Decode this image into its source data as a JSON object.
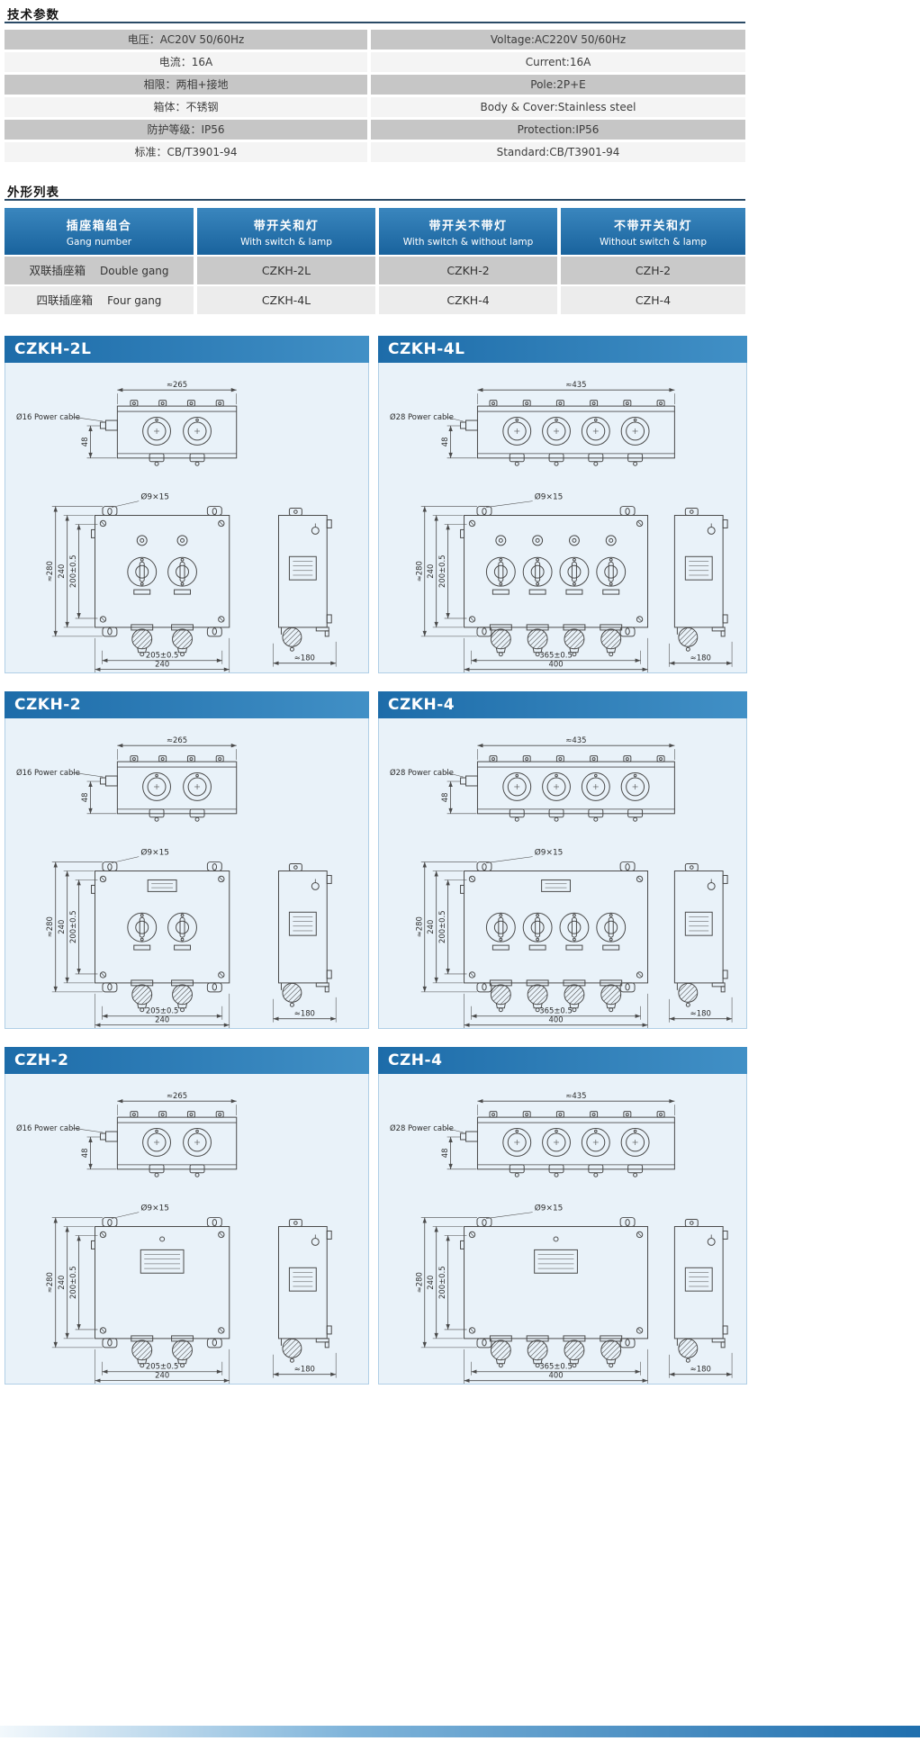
{
  "colors": {
    "accent_blue": "#1f6fae",
    "header_blue": "#2277b3",
    "table_gray": "#c6c6c6",
    "panel_bg": "#e9f2f9"
  },
  "sections": {
    "tech_params": "技术参数",
    "outline_list": "外形列表"
  },
  "spec_table": {
    "rows": [
      {
        "cn": "电压：AC20V 50/60Hz",
        "en": "Voltage:AC220V 50/60Hz"
      },
      {
        "cn": "电流：16A",
        "en": "Current:16A"
      },
      {
        "cn": "相限：两相+接地",
        "en": "Pole:2P+E"
      },
      {
        "cn": "箱体：不锈钢",
        "en": "Body & Cover:Stainless steel"
      },
      {
        "cn": "防护等级：IP56",
        "en": "Protection:IP56"
      },
      {
        "cn": "标准：CB/T3901-94",
        "en": "Standard:CB/T3901-94"
      }
    ]
  },
  "outline_table": {
    "headers": [
      {
        "cn": "插座箱组合",
        "en": "Gang number"
      },
      {
        "cn": "带开关和灯",
        "en": "With switch & lamp"
      },
      {
        "cn": "带开关不带灯",
        "en": "With switch & without lamp"
      },
      {
        "cn": "不带开关和灯",
        "en": "Without switch & lamp"
      }
    ],
    "rows": [
      {
        "cn": "双联插座箱",
        "en": "Double gang",
        "cells": [
          "CZKH-2L",
          "CZKH-2",
          "CZH-2"
        ]
      },
      {
        "cn": "四联插座箱",
        "en": "Four gang",
        "cells": [
          "CZKH-4L",
          "CZKH-4",
          "CZH-4"
        ]
      }
    ]
  },
  "panels": [
    {
      "title": "CZKH-2L",
      "gangs": 2,
      "switches": true,
      "lamps": true,
      "dims": {
        "top": "≈265",
        "cable": "Ø16 Power cable",
        "gland_h": "48",
        "hole": "Ø9×15",
        "overall_h": "≈280",
        "box_h": "240",
        "hole_h": "200±0.5",
        "hole_w": "205±0.5",
        "box_w": "240",
        "depth": "≈180"
      }
    },
    {
      "title": "CZKH-4L",
      "gangs": 4,
      "switches": true,
      "lamps": true,
      "dims": {
        "top": "≈435",
        "cable": "Ø28 Power cable",
        "gland_h": "48",
        "hole": "Ø9×15",
        "overall_h": "≈280",
        "box_h": "240",
        "hole_h": "200±0.5",
        "hole_w": "365±0.5",
        "box_w": "400",
        "depth": "≈180"
      }
    },
    {
      "title": "CZKH-2",
      "gangs": 2,
      "switches": true,
      "lamps": false,
      "dims": {
        "top": "≈265",
        "cable": "Ø16 Power cable",
        "gland_h": "48",
        "hole": "Ø9×15",
        "overall_h": "≈280",
        "box_h": "240",
        "hole_h": "200±0.5",
        "hole_w": "205±0.5",
        "box_w": "240",
        "depth": "≈180"
      }
    },
    {
      "title": "CZKH-4",
      "gangs": 4,
      "switches": true,
      "lamps": false,
      "dims": {
        "top": "≈435",
        "cable": "Ø28 Power cable",
        "gland_h": "48",
        "hole": "Ø9×15",
        "overall_h": "≈280",
        "box_h": "240",
        "hole_h": "200±0.5",
        "hole_w": "365±0.5",
        "box_w": "400",
        "depth": "≈180"
      }
    },
    {
      "title": "CZH-2",
      "gangs": 2,
      "switches": false,
      "lamps": false,
      "dims": {
        "top": "≈265",
        "cable": "Ø16 Power cable",
        "gland_h": "48",
        "hole": "Ø9×15",
        "overall_h": "≈280",
        "box_h": "240",
        "hole_h": "200±0.5",
        "hole_w": "205±0.5",
        "box_w": "240",
        "depth": "≈180"
      }
    },
    {
      "title": "CZH-4",
      "gangs": 4,
      "switches": false,
      "lamps": false,
      "dims": {
        "top": "≈435",
        "cable": "Ø28 Power cable",
        "gland_h": "48",
        "hole": "Ø9×15",
        "overall_h": "≈280",
        "box_h": "240",
        "hole_h": "200±0.5",
        "hole_w": "365±0.5",
        "box_w": "400",
        "depth": "≈180"
      }
    }
  ]
}
